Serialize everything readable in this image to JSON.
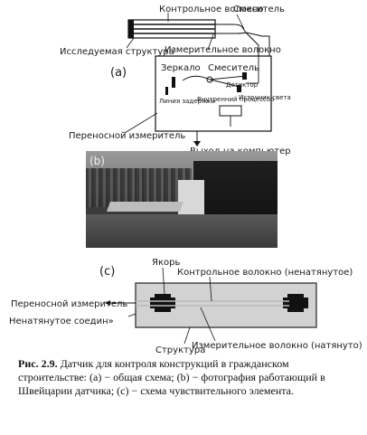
{
  "diagram_a": {
    "label": "(a)",
    "reference_fiber": "Контрольное волокно",
    "mixer_top": "Смеситель",
    "structure": "Исследуемая структура",
    "measuring_fiber": "Измерительное волокно",
    "mirror": "Зеркало",
    "mixer_inner": "Смеситель",
    "detector": "Детектор",
    "delay_line": "Линия задержки",
    "processor": "Внутренний процессор",
    "light_source": "Источник света",
    "portable_meter": "Переносной измеритель",
    "computer_output": "Выход на компьютер"
  },
  "photo_b": {
    "label": "(b)"
  },
  "diagram_c": {
    "label": "(c)",
    "anchor": "Якорь",
    "reference_fiber": "Контрольное волокно (ненатянутое)",
    "portable_meter": "Переносной измеритель",
    "slack_joint": "Ненатянутое соедин»",
    "structure": "Структура",
    "measuring_fiber": "Измерительное волокно (натянуто)"
  },
  "caption": {
    "figure": "Рис. 2.9.",
    "text": "Датчик для контроля конструкций в гражданском строительстве: (a) − общая схема; (b) − фотография работающий в Швейцарии датчика; (c) − схема чувствительного элемента."
  }
}
